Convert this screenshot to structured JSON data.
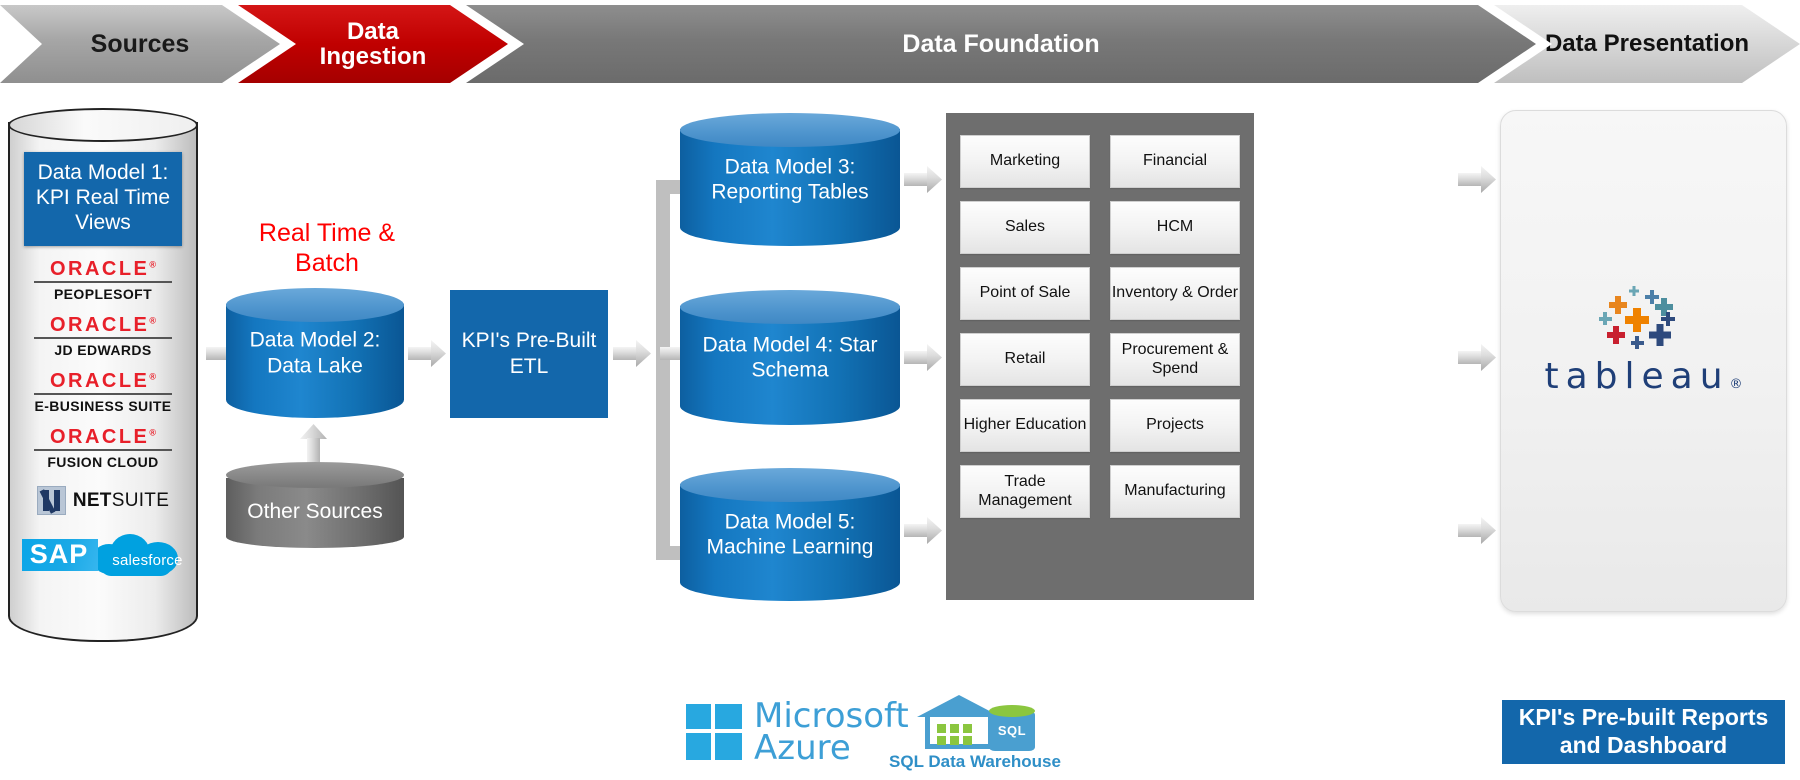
{
  "banner": {
    "stages": [
      {
        "id": "sources",
        "label": "Sources",
        "color": "#a6a6a6"
      },
      {
        "id": "ingestion",
        "label": "Data\nIngestion",
        "color": "#c00000"
      },
      {
        "id": "foundation",
        "label": "Data Foundation",
        "color": "#787878"
      },
      {
        "id": "presentation",
        "label": "Data Presentation",
        "color": "#d9d9d9"
      }
    ]
  },
  "sources": {
    "data_model_1": "Data Model 1: KPI Real Time Views",
    "logos": [
      {
        "brand": "ORACLE",
        "product": "PEOPLESOFT"
      },
      {
        "brand": "ORACLE",
        "product": "JD EDWARDS"
      },
      {
        "brand": "ORACLE",
        "product": "E-BUSINESS SUITE"
      },
      {
        "brand": "ORACLE",
        "product": "FUSION CLOUD"
      }
    ],
    "netsuite": {
      "bold": "NET",
      "light": "SUITE"
    },
    "sap": "SAP",
    "salesforce": "salesforce"
  },
  "ingestion": {
    "caption": "Real Time & Batch",
    "data_lake": "Data Model 2: Data Lake",
    "other_sources": "Other Sources",
    "etl": "KPI's Pre-Built ETL"
  },
  "foundation": {
    "models": [
      {
        "id": "dm3",
        "label": "Data Model 3: Reporting Tables"
      },
      {
        "id": "dm4",
        "label": "Data Model 4: Star Schema"
      },
      {
        "id": "dm5",
        "label": "Data Model 5: Machine Learning"
      }
    ],
    "subject_areas": [
      "Marketing",
      "Financial",
      "Sales",
      "HCM",
      "Point of Sale",
      "Inventory & Order",
      "Retail",
      "Procurement & Spend",
      "Higher Education",
      "Projects",
      "Trade Management",
      "Manufacturing"
    ],
    "platform": {
      "microsoft": "Microsoft",
      "azure": "Azure",
      "sql_badge": "SQL",
      "sql_dw": "SQL Data Warehouse"
    }
  },
  "presentation": {
    "tableau": "tableau",
    "tableau_registered": "®",
    "reports_bar": "KPI's Pre-built Reports and Dashboard"
  },
  "colors": {
    "brand_blue": "#1367ab",
    "cylinder_blue": "#1477c0",
    "red_accent": "#ff0000",
    "ingestion_red": "#c00000",
    "panel_grey": "#6e6e6e",
    "arrow_grey": "#bfbfbf",
    "oracle_red": "#e8202a",
    "azure_blue": "#28a8e0",
    "tableau_navy": "#1f3f78"
  }
}
